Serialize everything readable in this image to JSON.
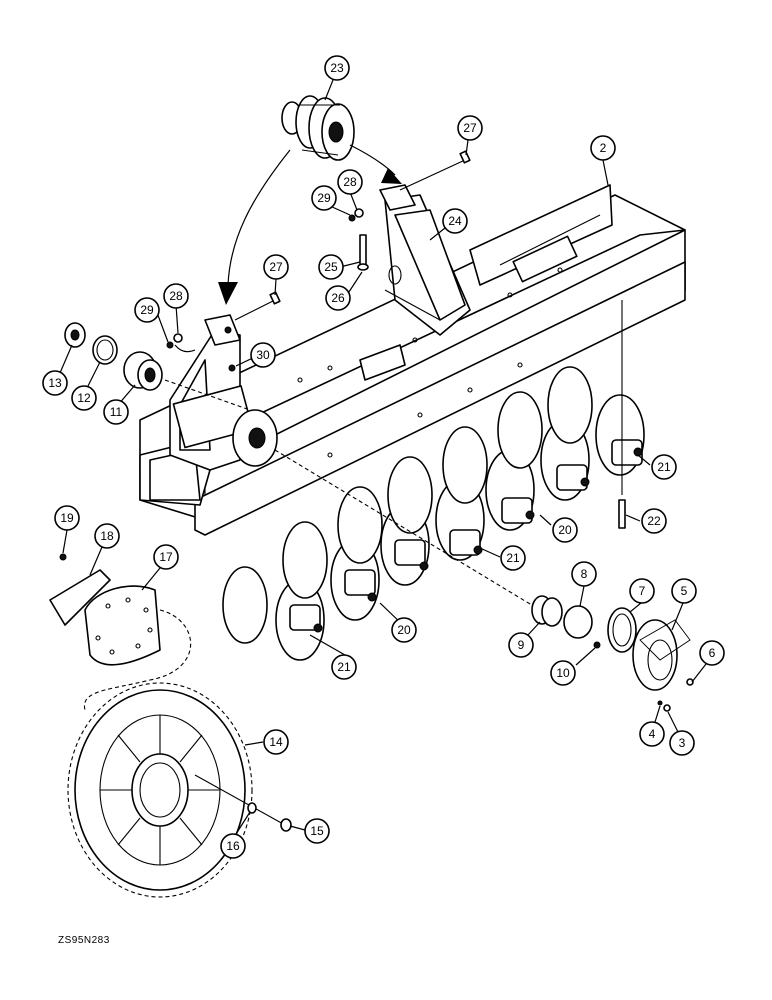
{
  "drawing_code": "ZS95N283",
  "callouts": [
    {
      "id": "c23",
      "label": "23"
    },
    {
      "id": "c27a",
      "label": "27"
    },
    {
      "id": "c2",
      "label": "2"
    },
    {
      "id": "c28a",
      "label": "28"
    },
    {
      "id": "c29a",
      "label": "29"
    },
    {
      "id": "c24",
      "label": "24"
    },
    {
      "id": "c27b",
      "label": "27"
    },
    {
      "id": "c25",
      "label": "25"
    },
    {
      "id": "c26",
      "label": "26"
    },
    {
      "id": "c29b",
      "label": "29"
    },
    {
      "id": "c28b",
      "label": "28"
    },
    {
      "id": "c30",
      "label": "30"
    },
    {
      "id": "c13",
      "label": "13"
    },
    {
      "id": "c12",
      "label": "12"
    },
    {
      "id": "c11",
      "label": "11"
    },
    {
      "id": "c21a",
      "label": "21"
    },
    {
      "id": "c22",
      "label": "22"
    },
    {
      "id": "c20a",
      "label": "20"
    },
    {
      "id": "c21b",
      "label": "21"
    },
    {
      "id": "c19",
      "label": "19"
    },
    {
      "id": "c18",
      "label": "18"
    },
    {
      "id": "c17",
      "label": "17"
    },
    {
      "id": "c8",
      "label": "8"
    },
    {
      "id": "c7",
      "label": "7"
    },
    {
      "id": "c5",
      "label": "5"
    },
    {
      "id": "c20b",
      "label": "20"
    },
    {
      "id": "c21c",
      "label": "21"
    },
    {
      "id": "c9",
      "label": "9"
    },
    {
      "id": "c10",
      "label": "10"
    },
    {
      "id": "c6",
      "label": "6"
    },
    {
      "id": "c14",
      "label": "14"
    },
    {
      "id": "c4",
      "label": "4"
    },
    {
      "id": "c3",
      "label": "3"
    },
    {
      "id": "c16",
      "label": "16"
    },
    {
      "id": "c15",
      "label": "15"
    }
  ]
}
